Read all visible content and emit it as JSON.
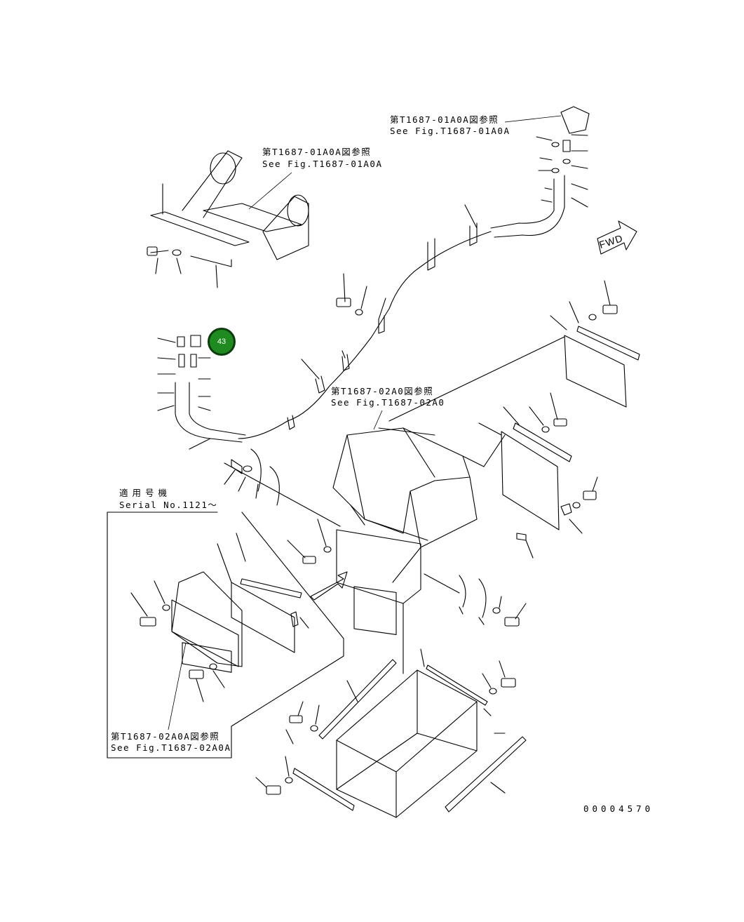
{
  "refs": {
    "top_right_jp": "第T1687-01A0A図参照",
    "top_right_en": "See Fig.T1687-01A0A",
    "top_left_jp": "第T1687-01A0A図参照",
    "top_left_en": "See Fig.T1687-01A0A",
    "mid_jp": "第T1687-02A0図参照",
    "mid_en": "See Fig.T1687-02A0",
    "bottom_jp": "第T1687-02A0A図参照",
    "bottom_en": "See Fig.T1687-02A0A"
  },
  "serial": {
    "jp": "適用号機",
    "en": "Serial No.1121～"
  },
  "fwd_label": "FWD",
  "callout": {
    "number": "43",
    "color": "#1f8a1f"
  },
  "drawing_number": "00004570"
}
